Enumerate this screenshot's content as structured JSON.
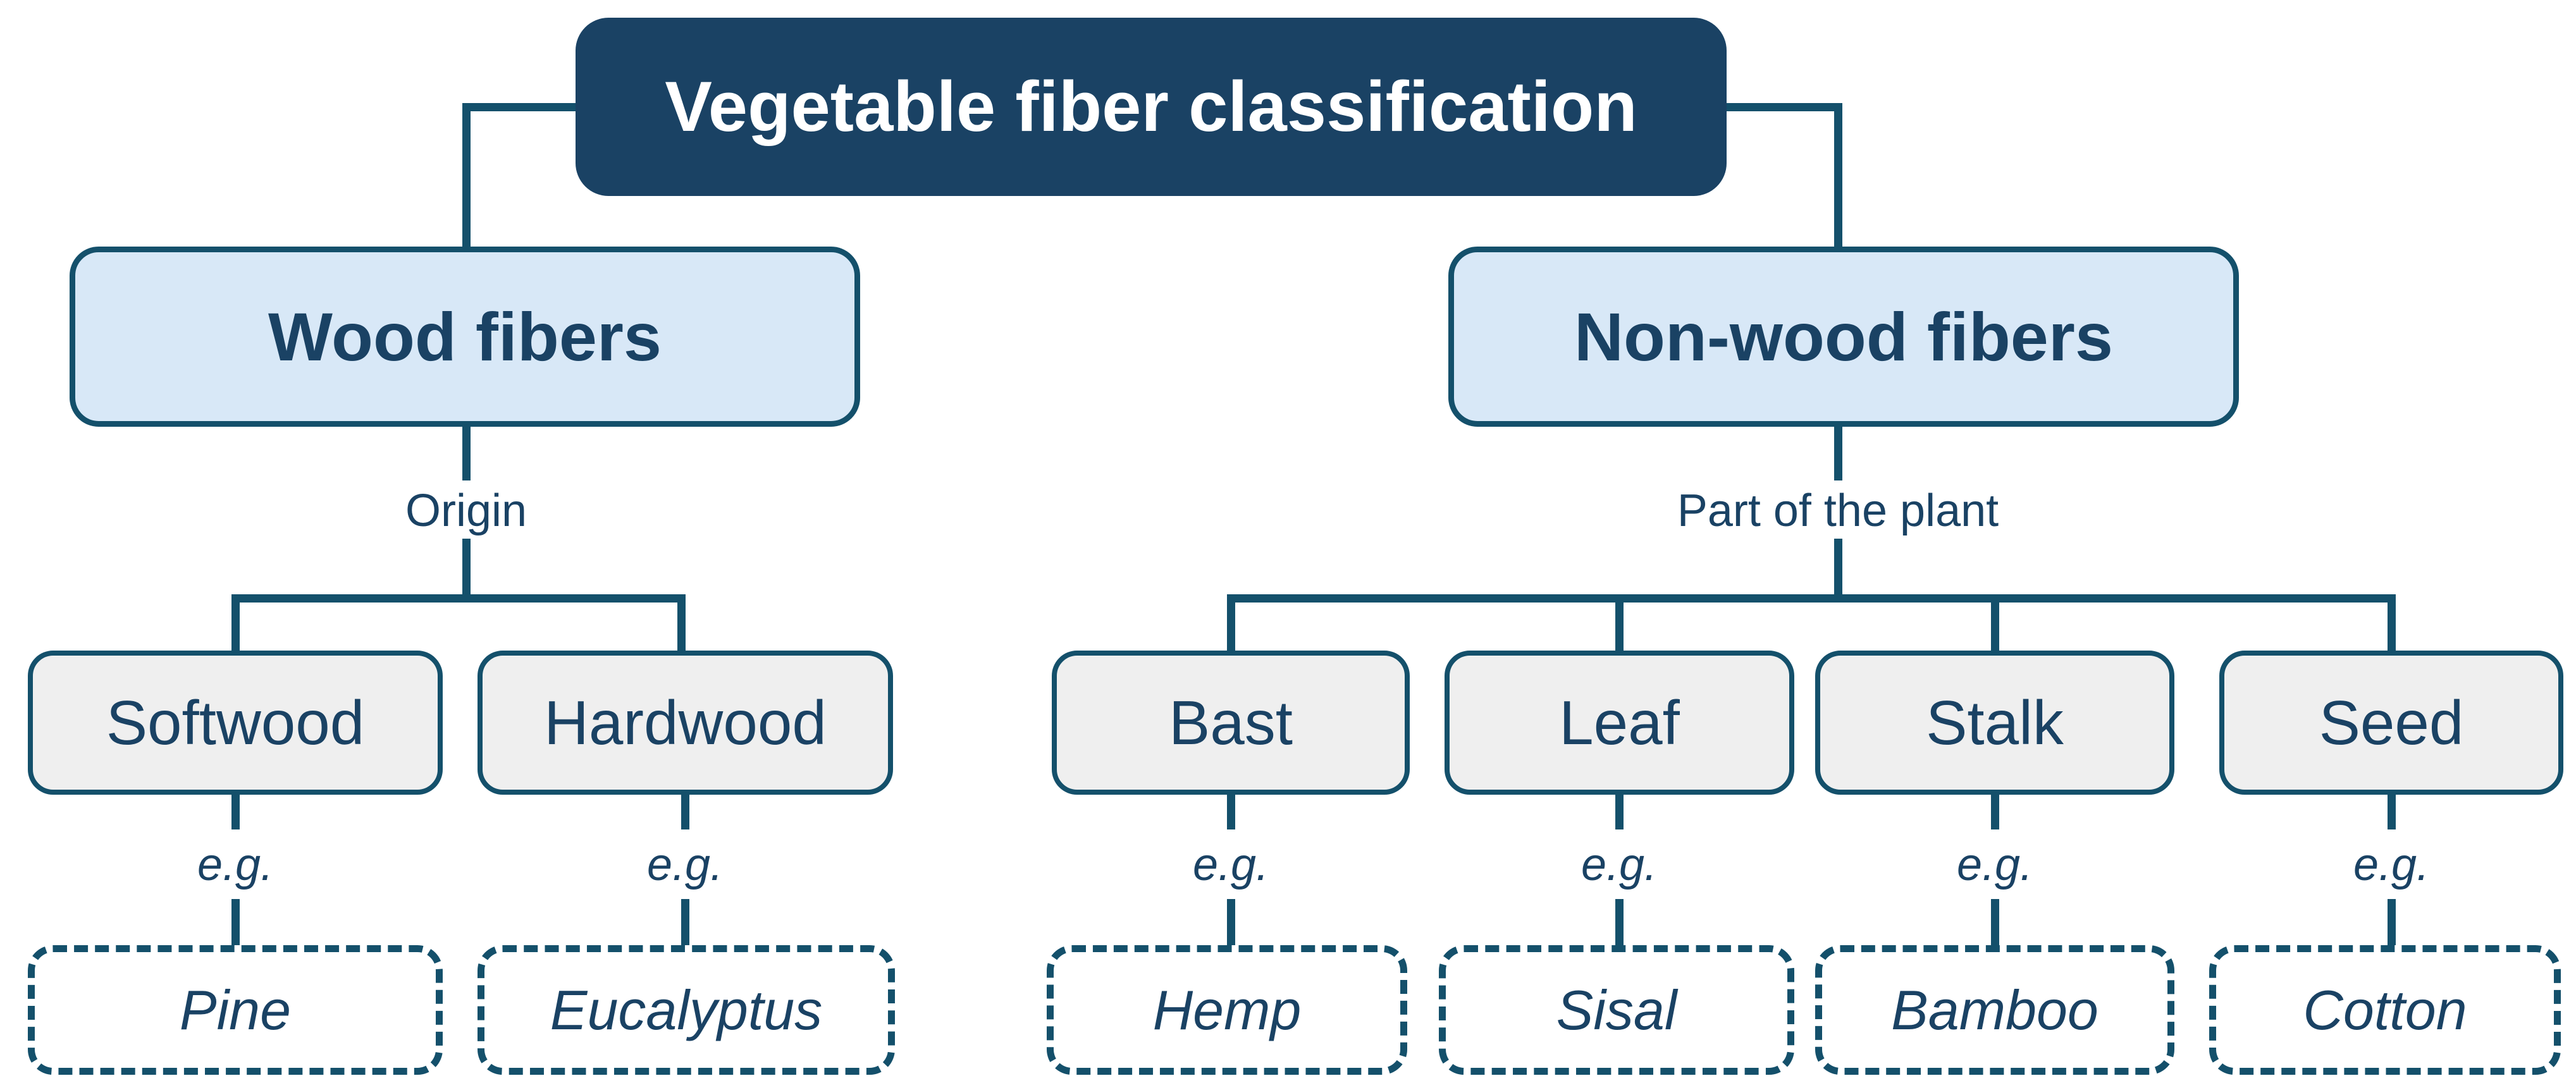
{
  "title": "Vegetable fiber classification",
  "colors": {
    "background": "#ffffff",
    "title_bg": "#1a4264",
    "title_text": "#ffffff",
    "line": "#14506b",
    "node_text": "#1a4264",
    "group_bg": "#d8e8f7",
    "child_bg": "#efefef"
  },
  "wood": {
    "label": "Wood fibers",
    "criterion": "Origin",
    "children": [
      {
        "label": "Softwood",
        "eg_label": "e.g.",
        "example": "Pine"
      },
      {
        "label": "Hardwood",
        "eg_label": "e.g.",
        "example": "Eucalyptus"
      }
    ]
  },
  "nonwood": {
    "label": "Non-wood fibers",
    "criterion": "Part of the plant",
    "children": [
      {
        "label": "Bast",
        "eg_label": "e.g.",
        "example": "Hemp"
      },
      {
        "label": "Leaf",
        "eg_label": "e.g.",
        "example": "Sisal"
      },
      {
        "label": "Stalk",
        "eg_label": "e.g.",
        "example": "Bamboo"
      },
      {
        "label": "Seed",
        "eg_label": "e.g.",
        "example": "Cotton"
      }
    ]
  }
}
